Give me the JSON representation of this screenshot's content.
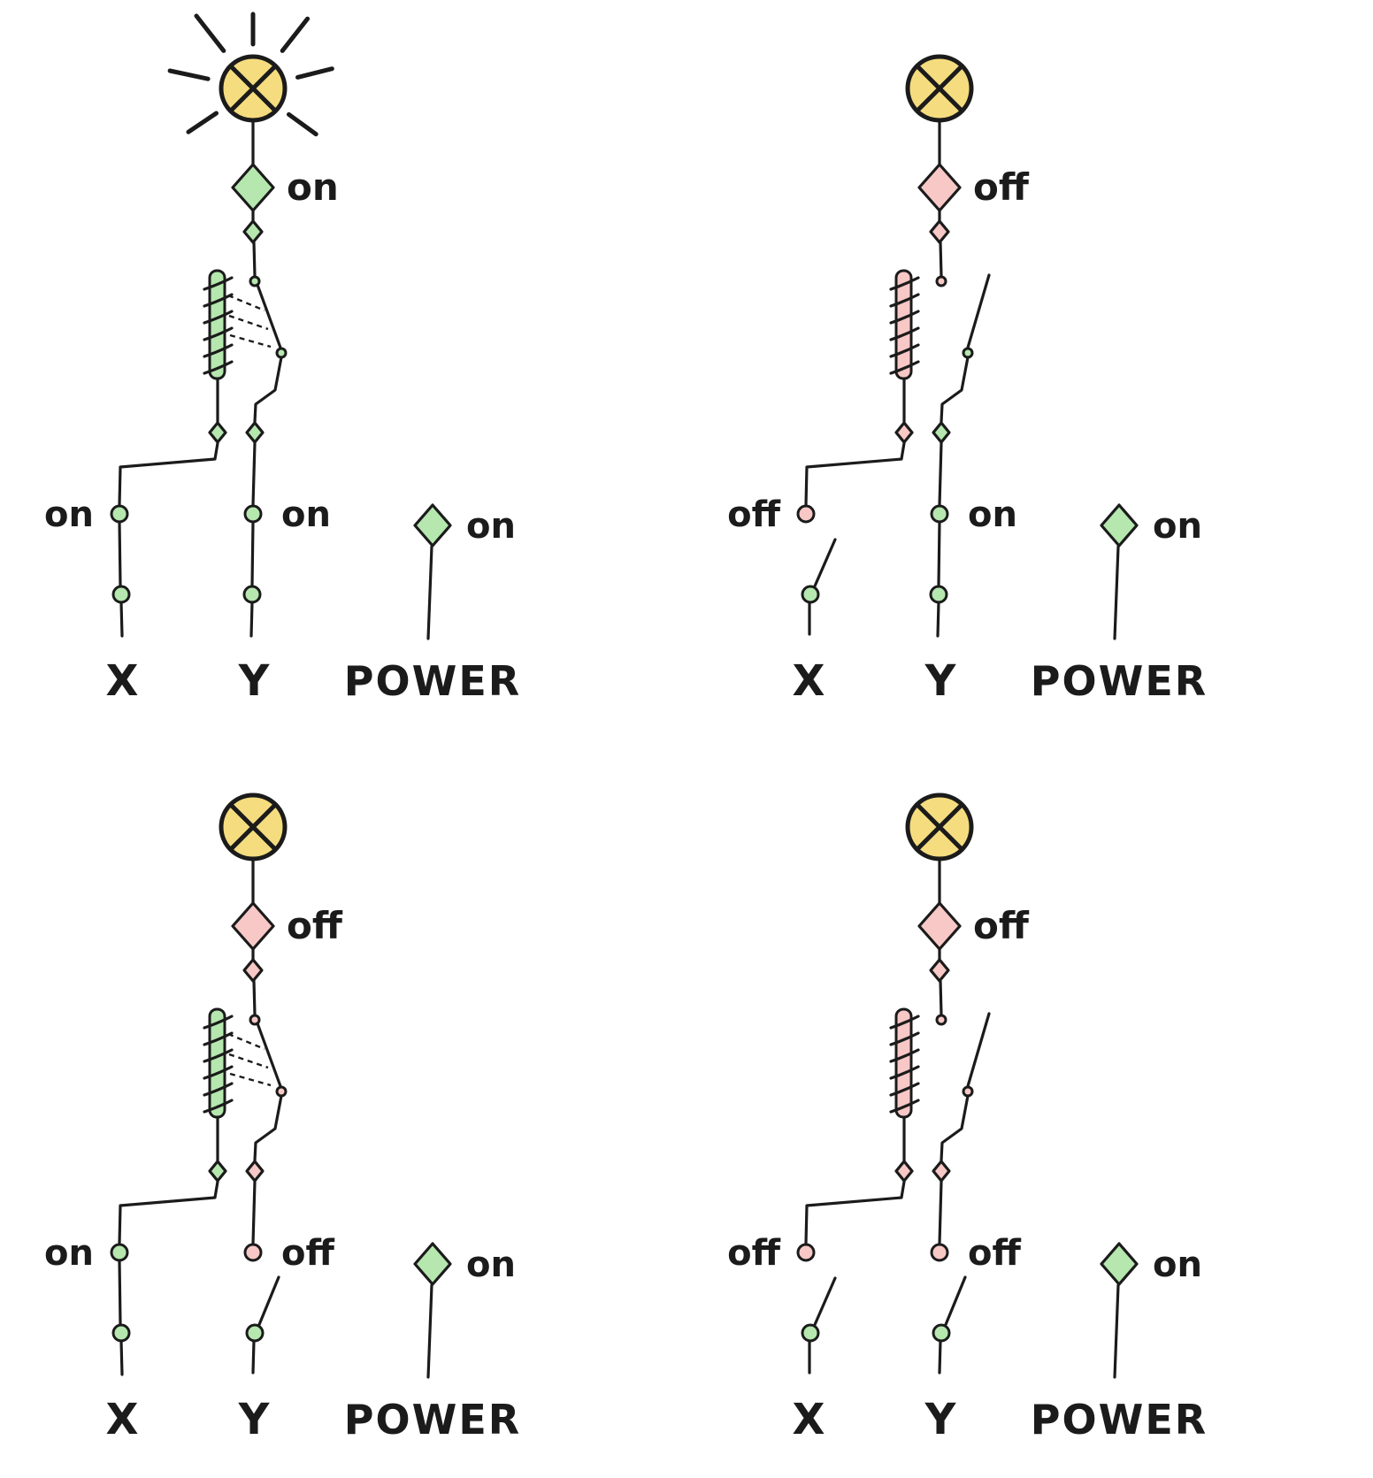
{
  "colors": {
    "on_fill": "#b5e7af",
    "off_fill": "#f7c8c6",
    "lamp_fill": "#f5dc7e",
    "stroke": "#1b1b1b"
  },
  "labels": {
    "x": "X",
    "y": "Y",
    "power": "POWER",
    "on": "on",
    "off": "off"
  },
  "panels": [
    {
      "name": "x-on-y-on",
      "x_state": "on",
      "y_state": "on",
      "power_state": "on",
      "output_state": "on",
      "switch_closed": true,
      "lamp_lit": true,
      "x_label": "on",
      "y_label": "on",
      "power_label": "on",
      "output_label": "on"
    },
    {
      "name": "x-off-y-on",
      "x_state": "off",
      "y_state": "on",
      "power_state": "on",
      "output_state": "off",
      "switch_closed": false,
      "lamp_lit": false,
      "x_label": "off",
      "y_label": "on",
      "power_label": "on",
      "output_label": "off"
    },
    {
      "name": "x-on-y-off",
      "x_state": "on",
      "y_state": "off",
      "power_state": "on",
      "output_state": "off",
      "switch_closed": true,
      "lamp_lit": false,
      "x_label": "on",
      "y_label": "off",
      "power_label": "on",
      "output_label": "off"
    },
    {
      "name": "x-off-y-off",
      "x_state": "off",
      "y_state": "off",
      "power_state": "on",
      "output_state": "off",
      "switch_closed": false,
      "lamp_lit": false,
      "x_label": "off",
      "y_label": "off",
      "power_label": "on",
      "output_label": "off"
    }
  ]
}
